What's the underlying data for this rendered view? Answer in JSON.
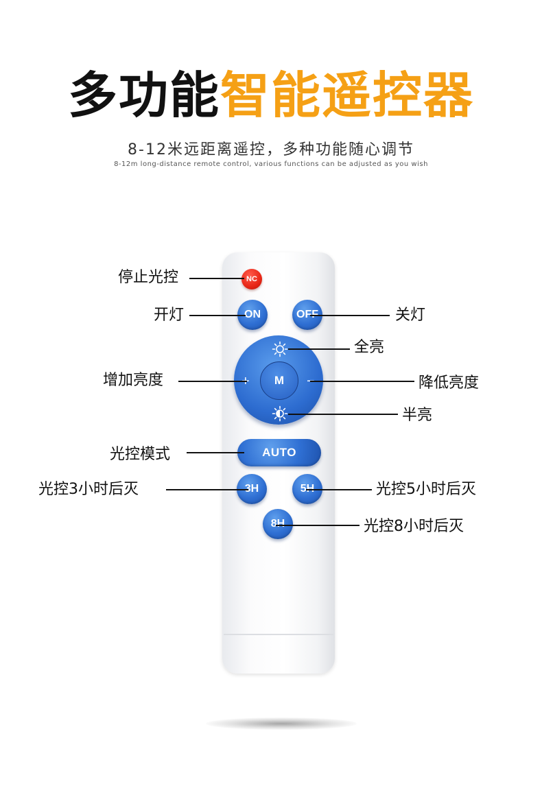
{
  "header": {
    "title_part1": "多功能",
    "title_part2": "智能遥控器",
    "subtitle": "8-12米远距离遥控，多种功能随心调节",
    "subtitle_en": "8-12m long-distance remote control, various functions can be adjusted as you wish"
  },
  "colors": {
    "title_accent": "#f5a015",
    "button_blue": "#2f6fd3",
    "button_red": "#e82616"
  },
  "remote": {
    "nc_button": "NC",
    "on_button": "ON",
    "off_button": "OFF",
    "mode_button": "M",
    "plus_sign": "+",
    "minus_sign": "−",
    "auto_button": "AUTO",
    "timer_3h": "3H",
    "timer_5h": "5H",
    "timer_8h": "8H",
    "full_brightness_icon": "sun-full-icon",
    "half_brightness_icon": "sun-half-icon"
  },
  "labels": {
    "stop_light_control": "停止光控",
    "light_on": "开灯",
    "light_off": "关灯",
    "full_bright": "全亮",
    "increase_brightness": "增加亮度",
    "decrease_brightness": "降低亮度",
    "half_bright": "半亮",
    "light_control_mode": "光控模式",
    "off_after_3h": "光控3小时后灭",
    "off_after_5h": "光控5小时后灭",
    "off_after_8h": "光控8小时后灭"
  }
}
